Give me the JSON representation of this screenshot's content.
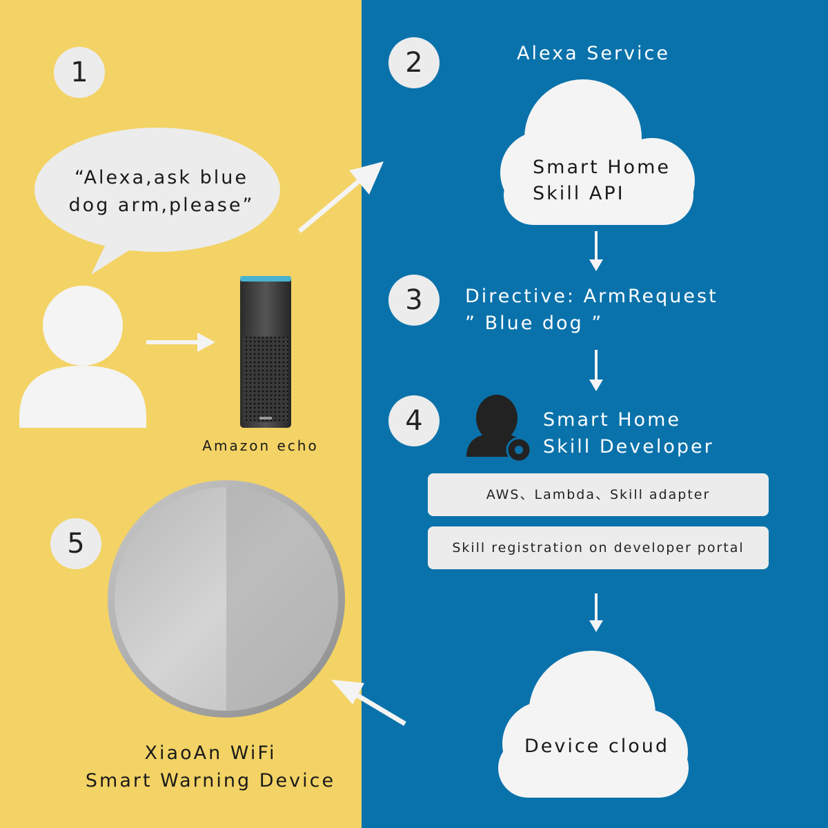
{
  "colors": {
    "left_bg": "#f3d365",
    "right_bg": "#0a72ab"
  },
  "steps": {
    "s1": "1",
    "s2": "2",
    "s3": "3",
    "s4": "4",
    "s5": "5"
  },
  "speech": {
    "line1": "“Alexa,ask blue",
    "line2": "dog arm,please”"
  },
  "echo": {
    "label": "Amazon echo"
  },
  "alexa": {
    "title": "Alexa Service",
    "cloud_line1": "Smart Home",
    "cloud_line2": "Skill API"
  },
  "directive": {
    "line1": "Directive: ArmRequest",
    "line2": "” Blue dog ”"
  },
  "developer": {
    "line1": "Smart Home",
    "line2": "Skill Developer"
  },
  "boxes": {
    "aws": "AWS、Lambda、Skill adapter",
    "registration": "Skill registration on developer portal"
  },
  "device_cloud": {
    "label": "Device cloud"
  },
  "device": {
    "line1": "XiaoAn WiFi",
    "line2": "Smart Warning Device"
  },
  "icons": [
    "person-icon",
    "speaker-icon",
    "cloud-icon",
    "developer-icon",
    "gear-icon",
    "arrow-icon"
  ]
}
